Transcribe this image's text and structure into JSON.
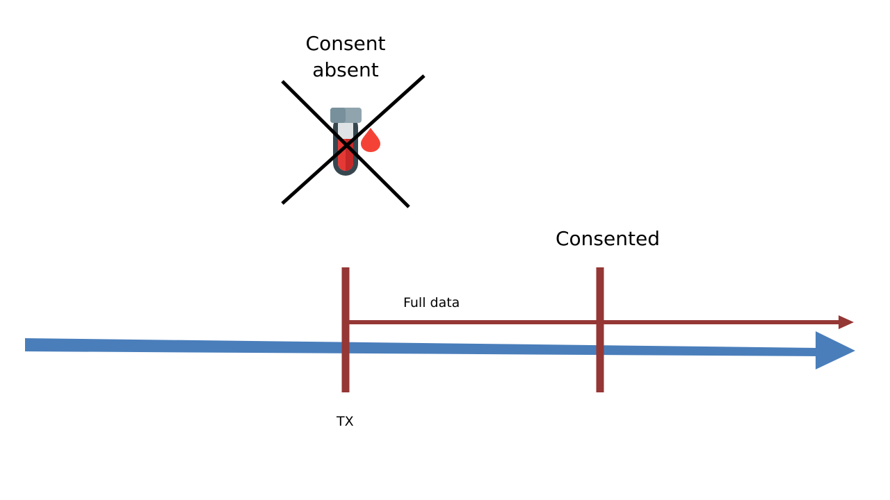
{
  "labels": {
    "consent_absent_line1": "Consent",
    "consent_absent_line2": "absent",
    "consented": "Consented",
    "full_data": "Full data",
    "tx": "TX"
  },
  "icons": {
    "sample": "blood-sample-tube-icon",
    "crossed_out": "cross-out-icon"
  },
  "colors": {
    "timeline": "#4a7ebb",
    "marker": "#953735",
    "cross": "#000000",
    "tube_cap": "#90a4ae",
    "tube_body": "#37474f",
    "blood": "#e53935"
  }
}
